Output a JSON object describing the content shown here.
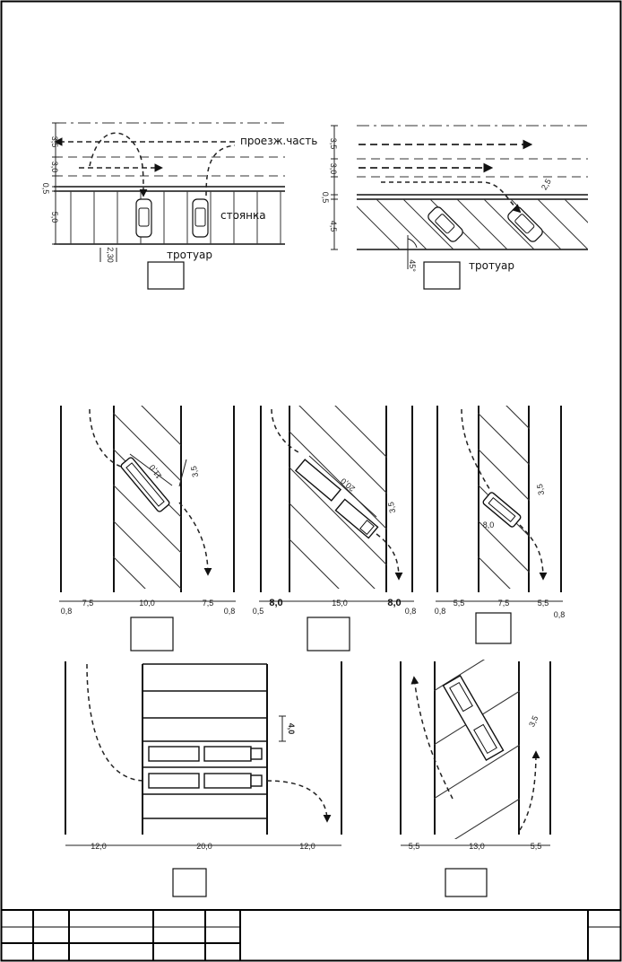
{
  "diagram1": {
    "labels": {
      "roadway": "проезж.часть",
      "parking": "стоянка",
      "sidewalk": "тротуар"
    },
    "dims_vertical": [
      "3,5",
      "3,0",
      "0,5",
      "5,0"
    ],
    "dim_width": "2,30"
  },
  "diagram2": {
    "labels": {
      "sidewalk": "тротуар"
    },
    "dims_vertical": [
      "3,5",
      "3,0",
      "0,5",
      "4,5"
    ],
    "angle": "45°",
    "dim_small": "2,5"
  },
  "diagram3": {
    "bus_len": "11,0",
    "bus_w": "3,5",
    "dims": [
      "0,8",
      "7,5",
      "10,0",
      "7,5",
      "0,8"
    ]
  },
  "diagram4": {
    "bus_len": "20,0",
    "bus_w": "3,5",
    "dims": [
      "8,0",
      "15,0",
      "8,0"
    ],
    "dim_small_left": "0,5",
    "dim_small_right": "0,8"
  },
  "diagram5": {
    "bus_len": "8,0",
    "bus_w": "3,5",
    "dims": [
      "0,8",
      "5,5",
      "7,5",
      "5,5",
      "0,8"
    ]
  },
  "diagram6": {
    "row_w": "4,0",
    "dims": [
      "12,0",
      "20,0",
      "12,0"
    ]
  },
  "diagram7": {
    "bus_w": "3,5",
    "dims": [
      "5,5",
      "13,0",
      "5,5"
    ]
  }
}
